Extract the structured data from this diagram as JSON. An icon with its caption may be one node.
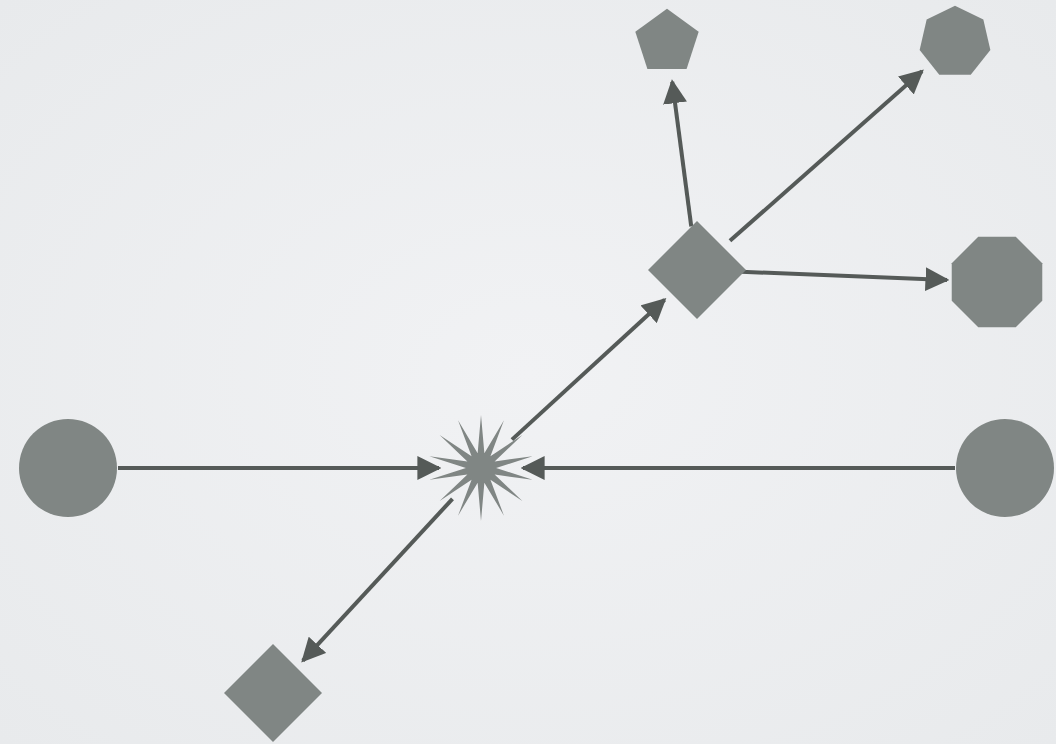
{
  "diagram": {
    "nodes": [
      {
        "text": [],
        "shape": "pentagon"
      },
      {
        "text": [],
        "shape": "heptagon"
      },
      {
        "text": [],
        "shape": "diamond"
      },
      {
        "text": [],
        "shape": "octagon"
      },
      {
        "text": [],
        "shape": "circle"
      },
      {
        "text": [],
        "shape": "star"
      },
      {
        "text": [],
        "shape": "circle"
      },
      {
        "text": [],
        "shape": "diamond"
      }
    ],
    "edges": [
      {
        "from": 4,
        "to": 5,
        "arrow": "to"
      },
      {
        "from": 6,
        "to": 5,
        "arrow": "to"
      },
      {
        "from": 5,
        "to": 2,
        "arrow": "to"
      },
      {
        "from": 2,
        "to": 0,
        "arrow": "to"
      },
      {
        "from": 2,
        "to": 1,
        "arrow": "to"
      },
      {
        "from": 2,
        "to": 3,
        "arrow": "to"
      },
      {
        "from": 5,
        "to": 7,
        "arrow": "to"
      }
    ]
  }
}
